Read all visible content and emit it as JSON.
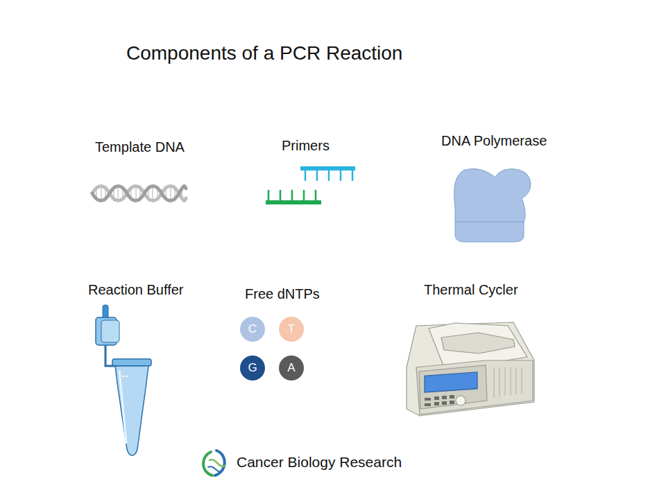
{
  "diagram": {
    "title": "Components of a PCR Reaction",
    "nodes": [
      {
        "text": [
          "C"
        ]
      },
      {
        "text": [
          "T"
        ]
      },
      {
        "text": [
          "G"
        ]
      },
      {
        "text": [
          "A"
        ]
      }
    ],
    "labels": [
      "Template DNA",
      "Primers",
      "DNA Polymerase",
      "Reaction Buffer",
      "Free dNTPs",
      "Thermal Cycler",
      "Cancer Biology Research"
    ]
  }
}
